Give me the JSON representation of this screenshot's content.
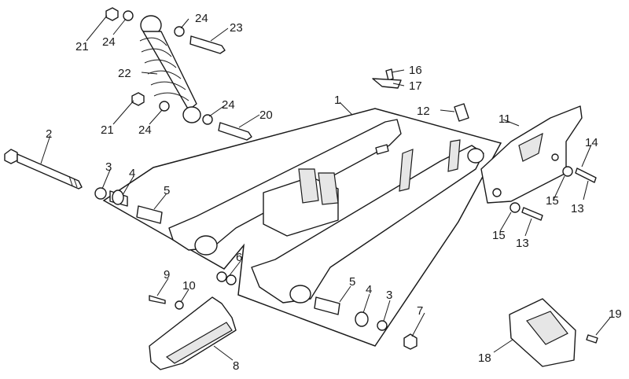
{
  "diagram": {
    "callouts": [
      {
        "id": "c1",
        "label": "1"
      },
      {
        "id": "c2",
        "label": "2"
      },
      {
        "id": "c3a",
        "label": "3"
      },
      {
        "id": "c3b",
        "label": "3"
      },
      {
        "id": "c4a",
        "label": "4"
      },
      {
        "id": "c4b",
        "label": "4"
      },
      {
        "id": "c5a",
        "label": "5"
      },
      {
        "id": "c5b",
        "label": "5"
      },
      {
        "id": "c6",
        "label": "6"
      },
      {
        "id": "c7",
        "label": "7"
      },
      {
        "id": "c8",
        "label": "8"
      },
      {
        "id": "c9",
        "label": "9"
      },
      {
        "id": "c10",
        "label": "10"
      },
      {
        "id": "c11",
        "label": "11"
      },
      {
        "id": "c12",
        "label": "12"
      },
      {
        "id": "c13a",
        "label": "13"
      },
      {
        "id": "c13b",
        "label": "13"
      },
      {
        "id": "c14",
        "label": "14"
      },
      {
        "id": "c15a",
        "label": "15"
      },
      {
        "id": "c15b",
        "label": "15"
      },
      {
        "id": "c16",
        "label": "16"
      },
      {
        "id": "c17",
        "label": "17"
      },
      {
        "id": "c18",
        "label": "18"
      },
      {
        "id": "c19",
        "label": "19"
      },
      {
        "id": "c20",
        "label": "20"
      },
      {
        "id": "c21a",
        "label": "21"
      },
      {
        "id": "c21b",
        "label": "21"
      },
      {
        "id": "c22",
        "label": "22"
      },
      {
        "id": "c23",
        "label": "23"
      },
      {
        "id": "c24a",
        "label": "24"
      },
      {
        "id": "c24b",
        "label": "24"
      },
      {
        "id": "c24c",
        "label": "24"
      },
      {
        "id": "c24d",
        "label": "24"
      }
    ]
  }
}
